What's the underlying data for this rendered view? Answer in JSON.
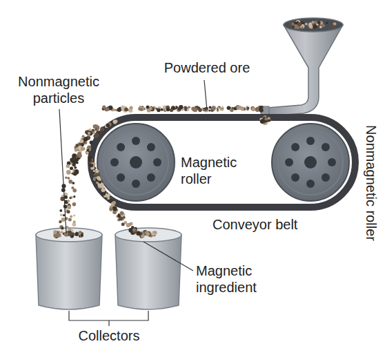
{
  "diagram": {
    "labels": [
      "Powdered ore",
      "Nonmagnetic particles",
      "Magnetic roller",
      "Nonmagnetic roller",
      "Conveyor belt",
      "Magnetic ingredient",
      "Collectors"
    ]
  }
}
